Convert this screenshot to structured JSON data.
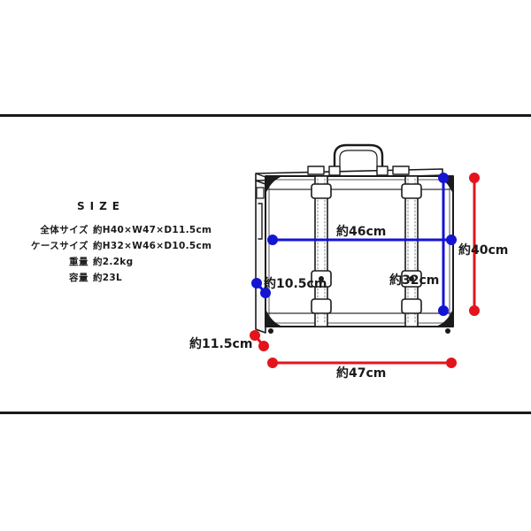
{
  "spec": {
    "title": "SIZE",
    "rows": [
      {
        "label": "全体サイズ",
        "value": "約H40×W47×D11.5cm"
      },
      {
        "label": "ケースサイズ",
        "value": "約H32×W46×D10.5cm"
      },
      {
        "label": "重量",
        "value": "約2.2kg"
      },
      {
        "label": "容量",
        "value": "約23L"
      }
    ]
  },
  "dimensions": {
    "case_width": "約46cm",
    "case_depth": "約10.5cm",
    "case_height": "約32cm",
    "overall_height": "約40cm",
    "overall_depth": "約11.5cm",
    "overall_width": "約47cm"
  },
  "colors": {
    "case_marker": "#1414d4",
    "overall_marker": "#e3141c",
    "rule": "#1a1a1a"
  }
}
